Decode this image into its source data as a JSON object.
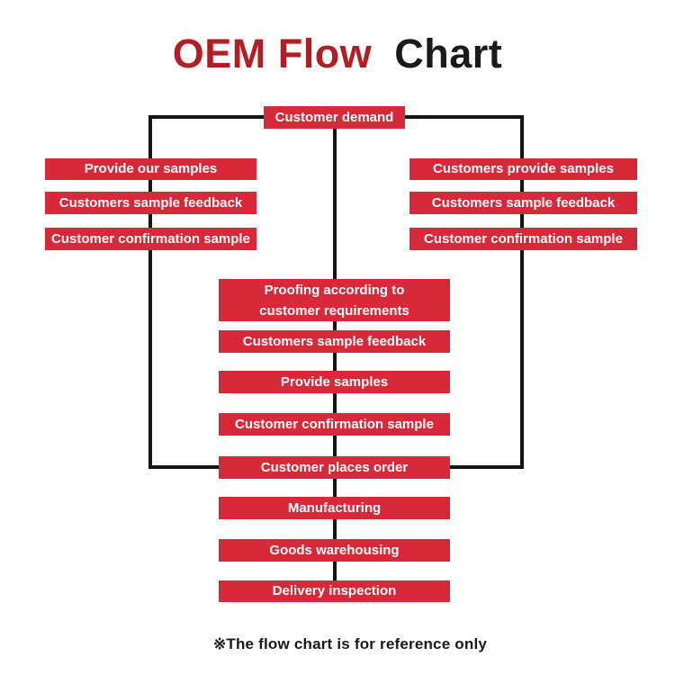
{
  "title": {
    "highlight": "OEM Flow",
    "rest": "Chart"
  },
  "top_box": {
    "label": "Customer demand"
  },
  "left_branch": {
    "items": [
      "Provide our samples",
      "Customers sample feedback",
      "Customer confirmation sample"
    ]
  },
  "right_branch": {
    "items": [
      "Customers provide samples",
      "Customers sample feedback",
      "Customer confirmation sample"
    ]
  },
  "main_flow": {
    "items": [
      "Proofing according to customer requirements",
      "Customers sample feedback",
      "Provide samples",
      "Customer confirmation sample",
      "Customer places order",
      "Manufacturing",
      "Goods warehousing",
      "Delivery inspection"
    ]
  },
  "footer": {
    "note": "※The flow chart is for reference only"
  },
  "colors": {
    "box_red": "#D8293A",
    "title_red": "#B11F24",
    "line_black": "#141414",
    "ink_black": "#1A1A1A"
  }
}
